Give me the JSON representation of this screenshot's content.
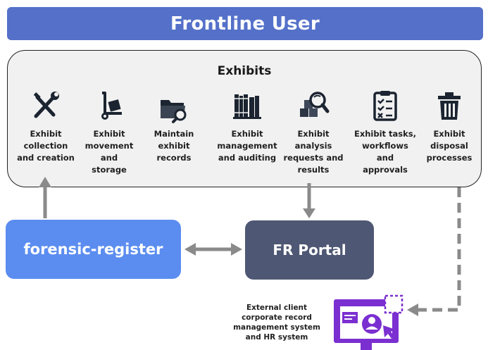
{
  "header": {
    "title": "Frontline User"
  },
  "panel": {
    "title": "Exhibits",
    "items": [
      {
        "lines": [
          "Exhibit",
          "collection",
          "and creation"
        ],
        "icon": "tools-icon"
      },
      {
        "lines": [
          "Exhibit",
          "movement",
          "and",
          "storage"
        ],
        "icon": "hand-truck-icon"
      },
      {
        "lines": [
          "Maintain",
          "exhibit",
          "records"
        ],
        "icon": "folder-search-icon"
      },
      {
        "lines": [
          "Exhibit",
          "management",
          "and auditing"
        ],
        "icon": "books-icon"
      },
      {
        "lines": [
          "Exhibit",
          "analysis",
          "requests and",
          "results"
        ],
        "icon": "boxes-search-icon"
      },
      {
        "lines": [
          "Exhibit tasks,",
          "workflows",
          "and",
          "approvals"
        ],
        "icon": "clipboard-checklist-icon"
      },
      {
        "lines": [
          "Exhibit",
          "disposal",
          "processes"
        ],
        "icon": "trash-icon"
      }
    ]
  },
  "forensic_register": {
    "label": "forensic-register"
  },
  "portal": {
    "label": "FR Portal"
  },
  "external": {
    "lines": [
      "External client",
      "corporate record",
      "management system",
      "and HR system"
    ],
    "icon": "monitor-user-icon"
  },
  "colors": {
    "header": "#5470c9",
    "forensic_register": "#5b8df0",
    "portal": "#4e5773",
    "arrow": "#8a8a8a",
    "external_icon": "#7b2fd1"
  }
}
